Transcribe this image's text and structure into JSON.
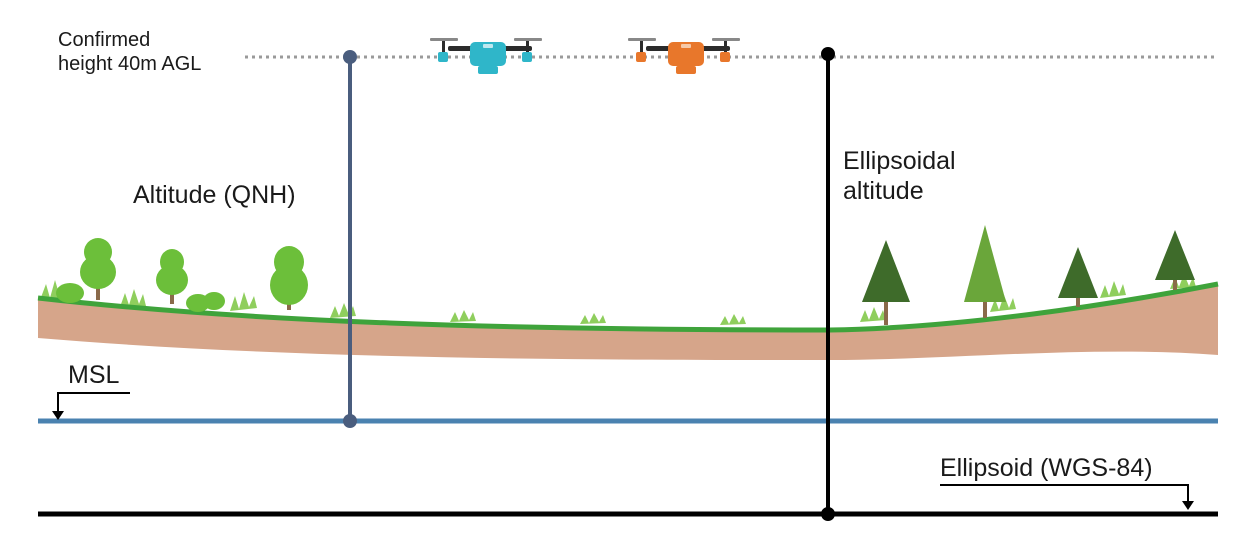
{
  "labels": {
    "confirmed_height_line1": "Confirmed",
    "confirmed_height_line2": "height 40m AGL",
    "altitude_qnh": "Altitude (QNH)",
    "ellipsoidal_line1": "Ellipsoidal",
    "ellipsoidal_line2": "altitude",
    "msl": "MSL",
    "ellipsoid": "Ellipsoid (WGS-84)"
  },
  "colors": {
    "qnh_line": "#4a5d7e",
    "ellipsoidal_line": "#000000",
    "msl_line": "#4a82b0",
    "ellipsoid_line": "#000000",
    "dotted_line": "#9a9a9a",
    "soil": "#d6a58a",
    "grass": "#3fa33b",
    "grass_light": "#8fce5d",
    "tree_round": "#6cbf3a",
    "tree_pine": "#3e6b2a",
    "drone_teal": "#2fb6c9",
    "drone_orange": "#e8772b"
  },
  "icons": {
    "drone_left": "drone-icon",
    "drone_right": "drone-icon",
    "round_tree": "deciduous-tree-icon",
    "pine_tree": "pine-tree-icon",
    "bush": "bush-icon"
  }
}
